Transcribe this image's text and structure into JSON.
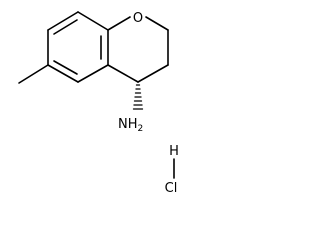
{
  "molecule": {
    "atoms": {
      "oxygen": "O",
      "amine_n": "N",
      "amine_h": "H",
      "amine_h_count": "2",
      "salt_h": "H",
      "salt_cl": "Cl"
    }
  }
}
